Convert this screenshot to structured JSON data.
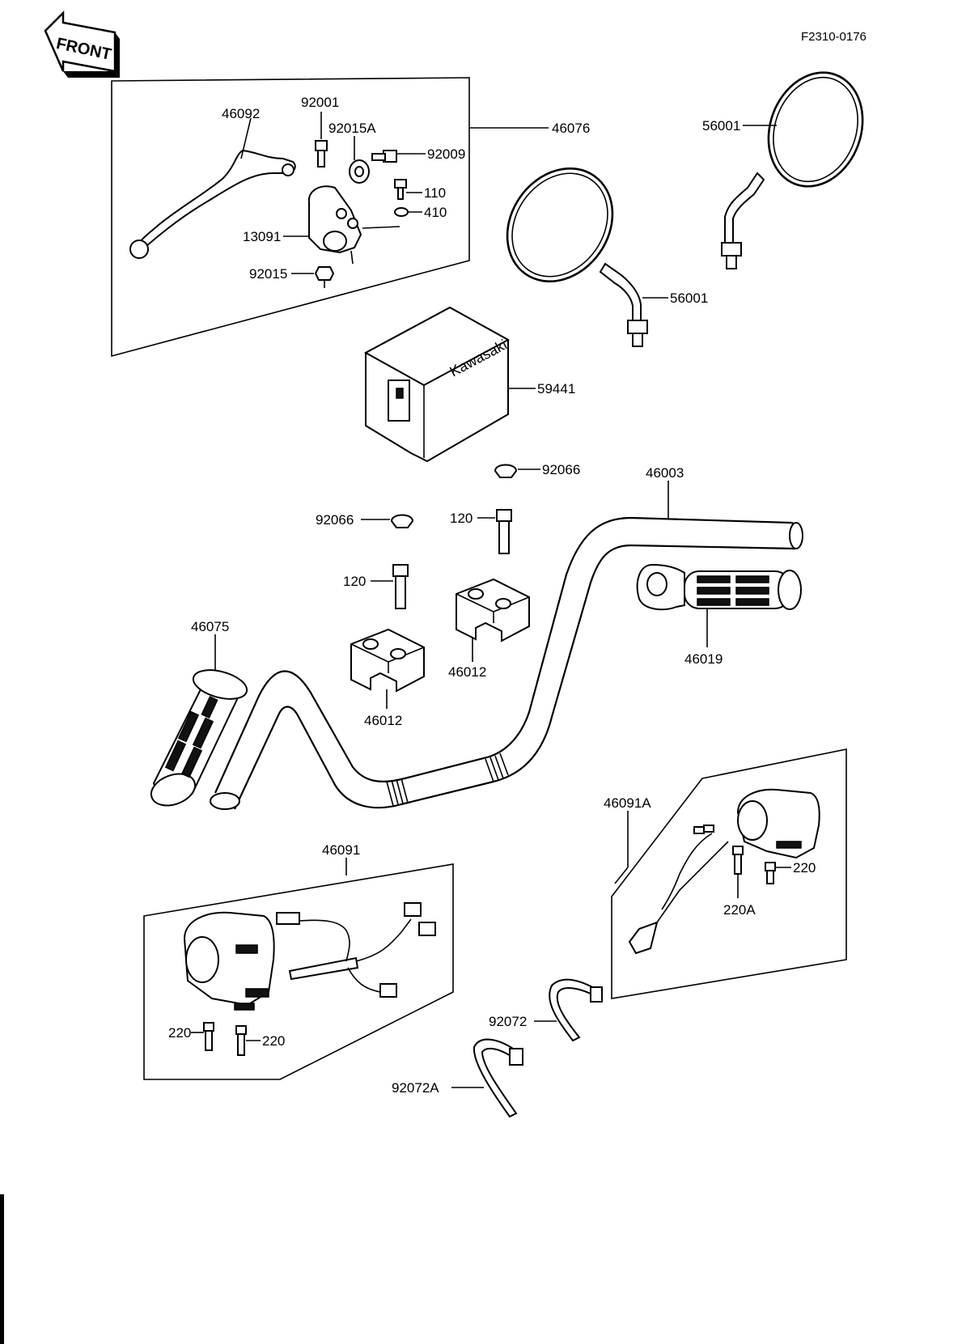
{
  "diagram_code": "F2310-0176",
  "front_marker": "FRONT",
  "brand_text": "Kawasaki",
  "parts": {
    "p46092": "46092",
    "p92001": "92001",
    "p92015A": "92015A",
    "p92009": "92009",
    "p46076": "46076",
    "p110": "110",
    "p410": "410",
    "p13091": "13091",
    "p92015": "92015",
    "p56001_top": "56001",
    "p56001_mid": "56001",
    "p59441": "59441",
    "p92066_a": "92066",
    "p92066_b": "92066",
    "p46003": "46003",
    "p120_a": "120",
    "p120_b": "120",
    "p46075": "46075",
    "p46012_a": "46012",
    "p46012_b": "46012",
    "p46019": "46019",
    "p46091A": "46091A",
    "p220_a": "220",
    "p220A": "220A",
    "p46091": "46091",
    "p220_b": "220",
    "p220_c": "220",
    "p92072": "92072",
    "p92072A": "92072A"
  }
}
